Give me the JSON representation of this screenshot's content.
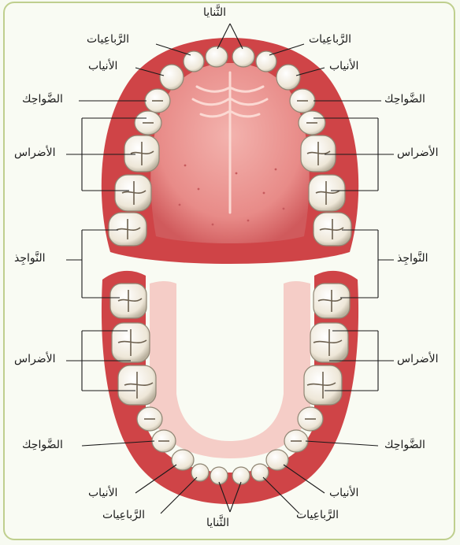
{
  "labels": {
    "top_central": "الثَّنايا",
    "top_lateral_left": "الرَّباعِيات",
    "top_lateral_right": "الرَّباعِيات",
    "top_canine_left": "الأنياب",
    "top_canine_right": "الأنياب",
    "top_premolar_left": "الضَّواحِك",
    "top_premolar_right": "الضَّواحِك",
    "top_molar_left": "الأضراس",
    "top_molar_right": "الأضراس",
    "top_wisdom_left": "النَّواجِذ",
    "top_wisdom_right": "النَّواجِذ",
    "bottom_molar_left": "الأضراس",
    "bottom_molar_right": "الأضراس",
    "bottom_premolar_left": "الضَّواحِك",
    "bottom_premolar_right": "الضَّواحِك",
    "bottom_canine_left": "الأنياب",
    "bottom_canine_right": "الأنياب",
    "bottom_lateral_left": "الرَّباعِيات",
    "bottom_lateral_right": "الرَّباعِيات",
    "bottom_central": "الثَّنايا"
  },
  "colors": {
    "gum": "#d2494c",
    "gum_light": "#f1a9a4",
    "palate": "#e98f8c",
    "tooth": "#f7f3ea",
    "tooth_shade": "#c9c2b2",
    "frame": "#bfcf8e"
  }
}
